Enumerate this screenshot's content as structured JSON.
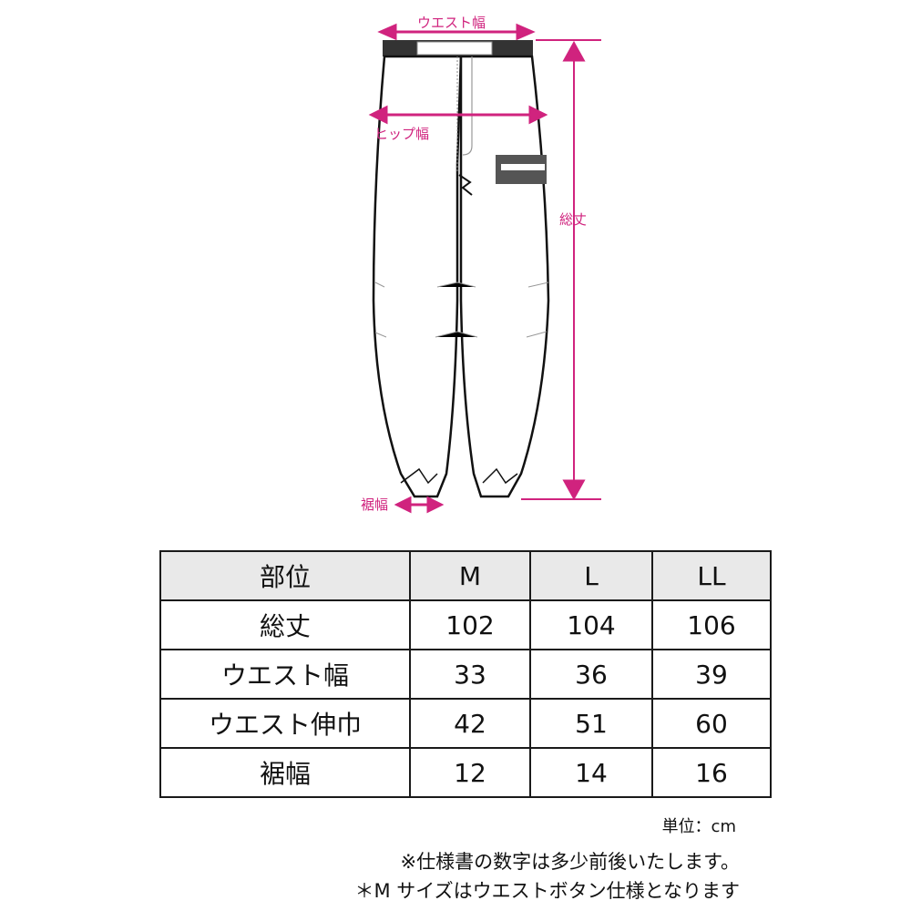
{
  "diagram": {
    "accent_color": "#d0237e",
    "labels": {
      "waist": "ウエスト幅",
      "hip": "ヒップ幅",
      "length": "総丈",
      "hem": "裾幅"
    }
  },
  "table": {
    "headers": [
      "部位",
      "M",
      "L",
      "LL"
    ],
    "rows": [
      {
        "part": "総丈",
        "M": "102",
        "L": "104",
        "LL": "106"
      },
      {
        "part": "ウエスト幅",
        "M": "33",
        "L": "36",
        "LL": "39"
      },
      {
        "part": "ウエスト伸巾",
        "M": "42",
        "L": "51",
        "LL": "60"
      },
      {
        "part": "裾幅",
        "M": "12",
        "L": "14",
        "LL": "16"
      }
    ]
  },
  "footer": {
    "unit": "単位：cm",
    "note1": "※仕様書の数字は多少前後いたします。",
    "note2": "＊M サイズはウエストボタン仕様となります"
  }
}
